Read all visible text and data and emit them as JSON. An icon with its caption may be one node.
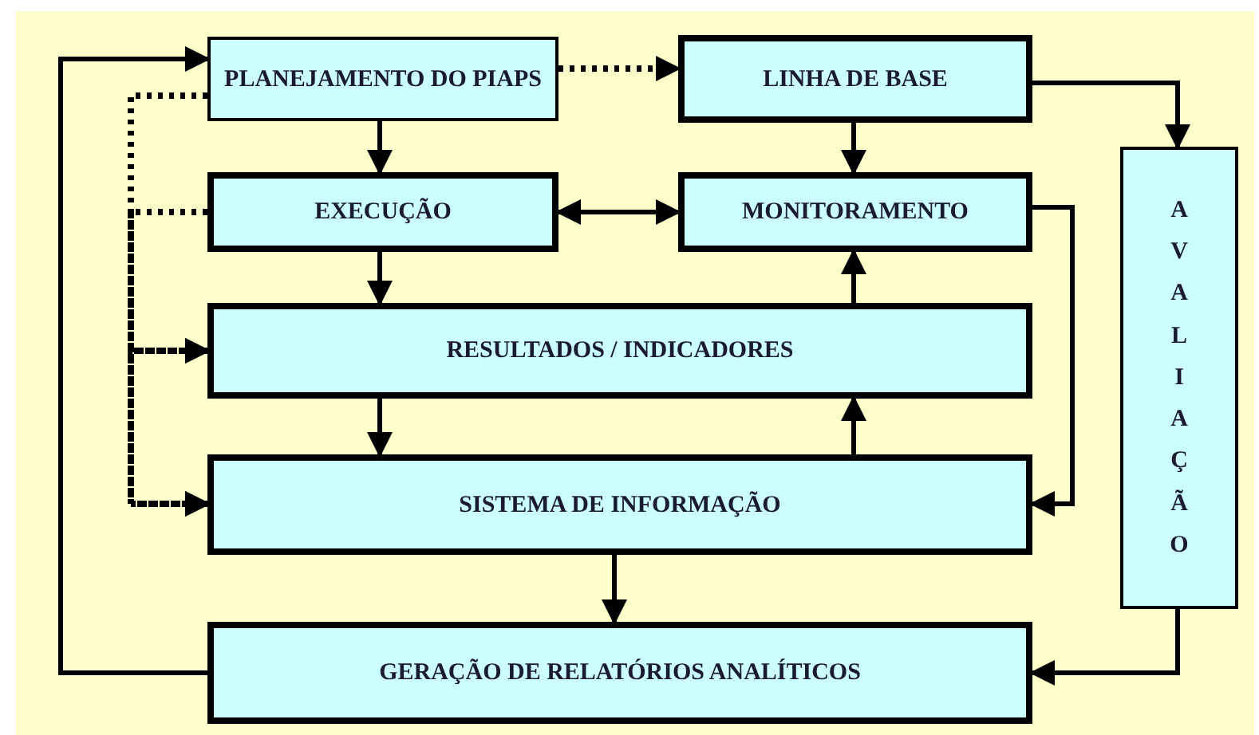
{
  "diagram": {
    "nodes": [
      {
        "text": [
          "PLANEJAMENTO DO PIAPS"
        ]
      },
      {
        "text": [
          "LINHA DE BASE"
        ]
      },
      {
        "text": [
          "EXECUÇÃO"
        ]
      },
      {
        "text": [
          "MONITORAMENTO"
        ]
      },
      {
        "text": [
          "RESULTADOS / INDICADORES"
        ]
      },
      {
        "text": [
          "SISTEMA DE INFORMAÇÃO"
        ]
      },
      {
        "text": [
          "GERAÇÃO DE RELATÓRIOS ANALÍTICOS"
        ]
      },
      {
        "text": [
          "AVALIAÇÃO"
        ]
      }
    ],
    "edges": [
      {
        "from": 0,
        "to": 1,
        "arrow": "to",
        "style": "dashed"
      },
      {
        "from": 0,
        "to": 2,
        "arrow": "to"
      },
      {
        "from": 1,
        "to": 3,
        "arrow": "to"
      },
      {
        "from": 1,
        "to": 7,
        "arrow": "to"
      },
      {
        "from": 3,
        "to": 2,
        "arrow": "both"
      },
      {
        "from": 2,
        "to": 4,
        "arrow": "to"
      },
      {
        "from": 4,
        "to": 3,
        "arrow": "to"
      },
      {
        "from": 4,
        "to": 5,
        "arrow": "to"
      },
      {
        "from": 5,
        "to": 4,
        "arrow": "to"
      },
      {
        "from": 3,
        "to": 5,
        "arrow": "to"
      },
      {
        "from": 5,
        "to": 6,
        "arrow": "to"
      },
      {
        "from": 7,
        "to": 6,
        "arrow": "to"
      },
      {
        "from": 6,
        "to": 0,
        "arrow": "to"
      },
      {
        "from": 0,
        "to": 4,
        "arrow": "to",
        "style": "dashed"
      },
      {
        "from": 0,
        "to": 5,
        "arrow": "to",
        "style": "dashed"
      },
      {
        "from": 2,
        "to": 4,
        "arrow": "to",
        "style": "dashed"
      },
      {
        "from": 2,
        "to": 5,
        "arrow": "to",
        "style": "dashed"
      }
    ]
  }
}
